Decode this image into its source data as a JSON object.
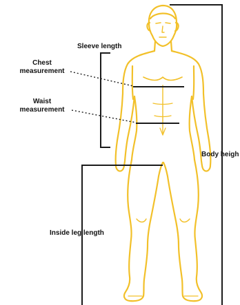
{
  "labels": {
    "sleeve_length": "Sleeve length",
    "chest_line1": "Chest",
    "chest_line2": "measurement",
    "waist_line1": "Waist",
    "waist_line2": "measurement",
    "body_height": "Body heigh",
    "inside_leg": "Inside leg length"
  },
  "colors": {
    "outline": "#f2c029",
    "guide": "#1a1a1a",
    "text": "#111111",
    "background": "#ffffff"
  }
}
